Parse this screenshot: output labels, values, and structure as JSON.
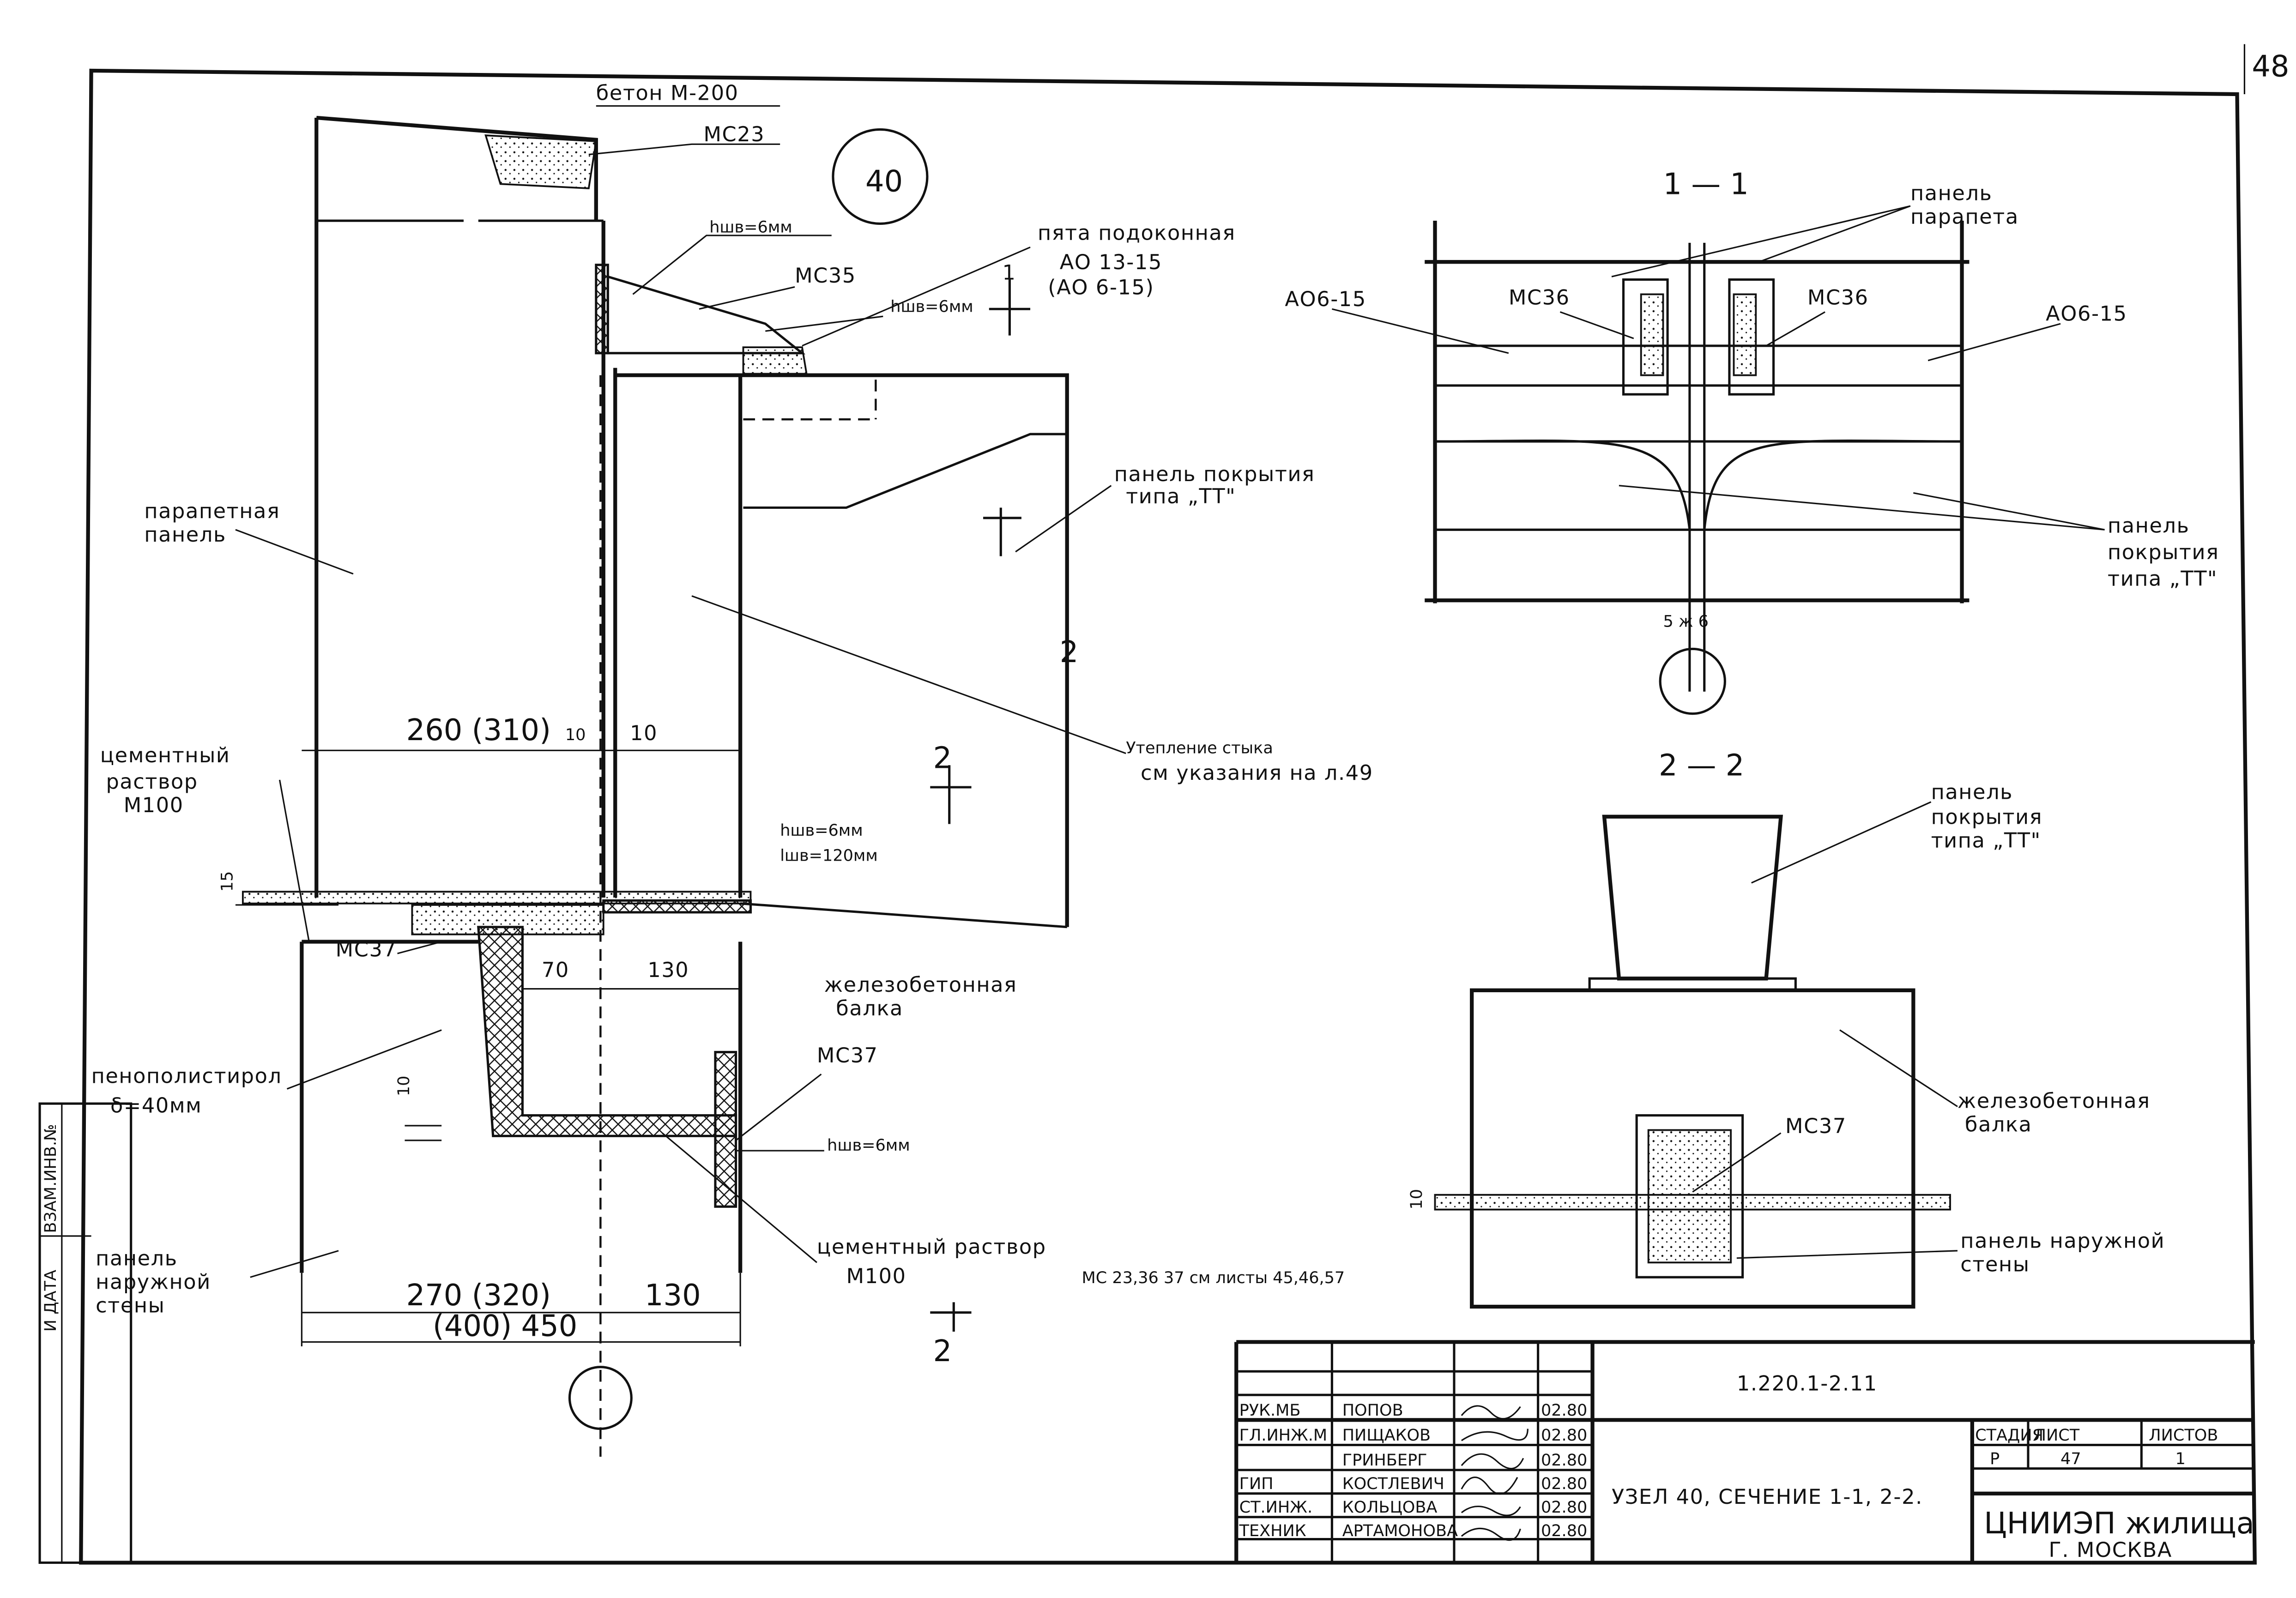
{
  "sheet_number": "48",
  "node_marker": "40",
  "main_section": {
    "concrete_label": "бетон М-200",
    "mc23": "МС23",
    "weld1": "hшв=6мм",
    "sill_heel": [
      "пята подоконная",
      "АО 13-15",
      "(АО 6-15)"
    ],
    "mc35": "МС35",
    "weld2": "hшв=6мм",
    "cut_1_mark": "1",
    "parapet_panel": [
      "парапетная",
      "панель"
    ],
    "roof_panel": [
      "панель покрытия",
      "типа „ТТ\""
    ],
    "dim_260": "260 (310)",
    "dim_10a": "10",
    "dim_10b": "10",
    "cement_mortar": [
      "цементный",
      "раствор",
      "М100"
    ],
    "joint_insulation": [
      "Утепление стыка",
      "см указания на л.49"
    ],
    "cut_2_mark": "2",
    "cut_2_mark_bottom": "2",
    "dim_2": "2",
    "weld3": [
      "hшв=6мм",
      "lшв=120мм"
    ],
    "dim_15": "15",
    "mc37_a": "МС37",
    "dim_70": "70",
    "dim_130a": "130",
    "rc_beam": [
      "железобетонная",
      "балка"
    ],
    "mc37_b": "МС37",
    "polystyrene": [
      "пенополистирол",
      "δ=40мм"
    ],
    "dim_10c": "10",
    "weld4": "hшв=6мм",
    "cement_mortar2": [
      "цементный раствор",
      "М100"
    ],
    "mc_ref": "МС 23,36 37 см листы 45,46,57",
    "outer_wall_panel": [
      "панель",
      "наружной",
      "стены"
    ],
    "dim_270": "270 (320)",
    "dim_130b": "130",
    "dim_450": "(400) 450"
  },
  "section_1_1": {
    "title": "1 — 1",
    "parapet_panel": [
      "панель",
      "парапета"
    ],
    "ao_left": "АО6-15",
    "mc36_left": "МС36",
    "mc36_right": "МС36",
    "ao_right": "АО6-15",
    "roof_panel": [
      "панель",
      "покрытия",
      "типа „ТТ\""
    ],
    "gap_dim": "5 ж 6"
  },
  "section_2_2": {
    "title": "2 — 2",
    "roof_panel": [
      "панель",
      "покрытия",
      "типа „ТТ\""
    ],
    "rc_beam": [
      "железобетонная",
      "балка"
    ],
    "mc37": "МС37",
    "dim_10": "10",
    "outer_wall_panel": [
      "панель наружной",
      "стены"
    ]
  },
  "side_stamp": [
    "ВЗАМ.ИНВ.№",
    "И ДАТА"
  ],
  "title_block": {
    "document_code": "1.220.1-2.11",
    "rows": [
      {
        "role": "РУК.МБ",
        "name": "ПОПОВ",
        "date": "02.80"
      },
      {
        "role": "ГЛ.ИНЖ.М",
        "name": "ПИЩАКОВ",
        "date": "02.80"
      },
      {
        "role": "",
        "name": "ГРИНБЕРГ",
        "date": "02.80"
      },
      {
        "role": "ГИП",
        "name": "КОСТЛЕВИЧ",
        "date": "02.80"
      },
      {
        "role": "СТ.ИНЖ.",
        "name": "КОЛЬЦОВА",
        "date": "02.80"
      },
      {
        "role": "ТЕХНИК",
        "name": "АРТАМОНОВА",
        "date": "02.80"
      }
    ],
    "drawing_title": "УЗЕЛ 40, СЕЧЕНИЕ 1-1, 2-2.",
    "stage_label": "СТАДИЯ",
    "sheet_label": "ЛИСТ",
    "sheets_label": "ЛИСТОВ",
    "stage": "Р",
    "sheet": "47",
    "sheets": "1",
    "organization": "ЦНИИЭП жилища",
    "city": "Г. МОСКВА"
  }
}
